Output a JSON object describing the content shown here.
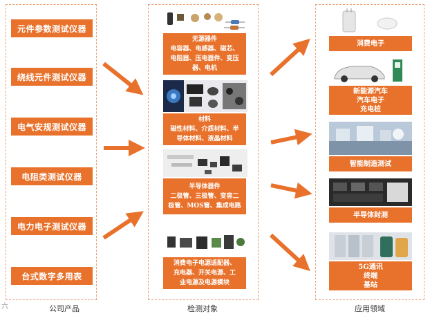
{
  "left_panel": {
    "caption": "公司产品",
    "items": [
      "元件参数测试仪器",
      "绕线元件测试仪器",
      "电气安规测试仪器",
      "电阻类测试仪器",
      "电力电子测试仪器",
      "台式数字多用表"
    ]
  },
  "middle_panel": {
    "caption": "检测对象",
    "blocks": [
      {
        "lines": [
          "无源器件",
          "电容器、电感器、磁芯、",
          "电阻器、压电器件、变压",
          "器、电机"
        ]
      },
      {
        "lines": [
          "材料",
          "磁性材料、介质材料、半",
          "导体材料、液晶材料"
        ]
      },
      {
        "lines": [
          "半导体器件",
          "二极管、三极管、变容二",
          "极管、MOS管、集成电路"
        ]
      },
      {
        "lines": [
          "消费电子电源适配器、",
          "充电器、开关电源、工",
          "业电源及电源模块"
        ]
      }
    ]
  },
  "right_panel": {
    "caption": "应用领域",
    "items": [
      {
        "lines": [
          "消费电子"
        ]
      },
      {
        "lines": [
          "新能源汽车",
          "汽车电子",
          "充电桩"
        ]
      },
      {
        "lines": [
          "智能制造测试"
        ]
      },
      {
        "lines": [
          "半导体封测"
        ]
      },
      {
        "lines": [
          "5G通讯",
          "终端",
          "基站"
        ]
      }
    ]
  },
  "watermark": "六",
  "colors": {
    "accent": "#e8722c",
    "border": "#e8a27a",
    "arrow": "#e8722c"
  }
}
